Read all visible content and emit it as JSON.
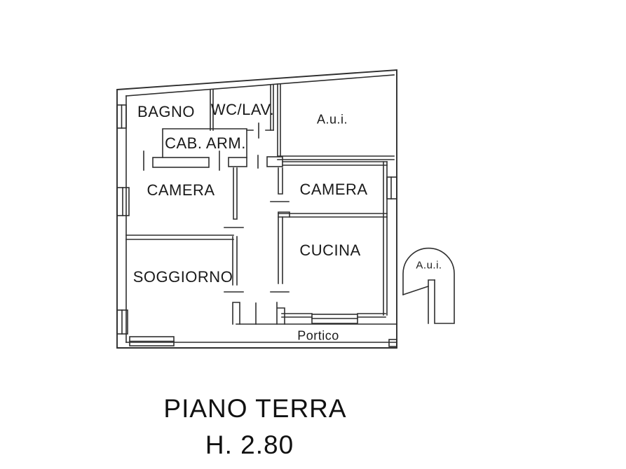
{
  "plan": {
    "title": "PIANO TERRA",
    "height_label": "H. 2.80",
    "colors": {
      "line": "#2e2e2e",
      "text": "#1a1a1a",
      "background": "#ffffff"
    },
    "rooms": {
      "bagno": "BAGNO",
      "wc_lav": "WC/LAV.",
      "aui_top": "A.u.i.",
      "cab_arm": "CAB. ARM.",
      "camera_left": "CAMERA",
      "camera_right": "CAMERA",
      "cucina": "CUCINA",
      "soggiorno": "SOGGIORNO",
      "portico": "Portico",
      "aui_ext": "A.u.i."
    }
  }
}
